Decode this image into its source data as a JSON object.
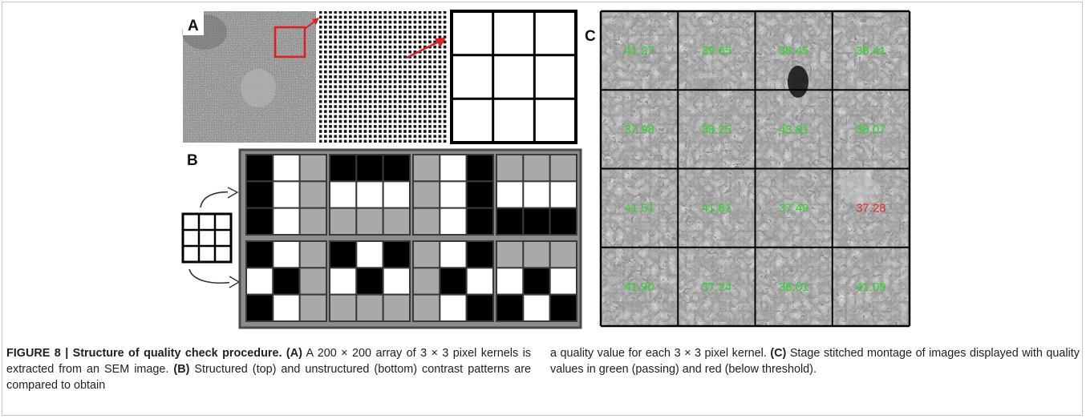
{
  "figure": {
    "panels": {
      "a": "A",
      "b": "B",
      "c": "C"
    },
    "quality_values": [
      [
        "41.27",
        "39.65",
        "38.45",
        "38.41"
      ],
      [
        "37.98",
        "38.25",
        "43.81",
        "38.07"
      ],
      [
        "41.51",
        "41.81",
        "37.49",
        "37.28"
      ],
      [
        "41.90",
        "37.24",
        "38.01",
        "41.09"
      ]
    ],
    "quality_colors": [
      [
        "#2bd62b",
        "#2bd62b",
        "#2bd62b",
        "#2bd62b"
      ],
      [
        "#2bd62b",
        "#2bd62b",
        "#2bd62b",
        "#2bd62b"
      ],
      [
        "#2bd62b",
        "#2bd62b",
        "#2bd62b",
        "#e0302a"
      ],
      [
        "#2bd62b",
        "#2bd62b",
        "#2bd62b",
        "#2bd62b"
      ]
    ],
    "kernel_patterns_structured": [
      [
        "B",
        "W",
        "G",
        "B",
        "W",
        "G",
        "B",
        "W",
        "G"
      ],
      [
        "B",
        "B",
        "B",
        "W",
        "W",
        "W",
        "G",
        "G",
        "G"
      ],
      [
        "G",
        "W",
        "B",
        "G",
        "W",
        "B",
        "G",
        "W",
        "B"
      ],
      [
        "G",
        "G",
        "G",
        "W",
        "W",
        "W",
        "B",
        "B",
        "B"
      ]
    ],
    "kernel_patterns_unstructured": [
      [
        "B",
        "W",
        "G",
        "W",
        "B",
        "G",
        "B",
        "W",
        "G"
      ],
      [
        "B",
        "W",
        "B",
        "W",
        "B",
        "W",
        "G",
        "G",
        "G"
      ],
      [
        "G",
        "W",
        "B",
        "G",
        "B",
        "W",
        "G",
        "W",
        "B"
      ],
      [
        "G",
        "G",
        "G",
        "W",
        "B",
        "W",
        "B",
        "W",
        "B"
      ]
    ]
  },
  "caption": {
    "label": "FIGURE 8 | Structure of quality check procedure.",
    "a_tag": "(A)",
    "a_text": " A 200 × 200 array of 3 × 3 pixel kernels is extracted from an SEM image. ",
    "b_tag": "(B)",
    "b_text": " Structured (top) and unstructured (bottom) contrast patterns are compared to obtain",
    "right_start": "a quality value for each 3 × 3 pixel kernel. ",
    "c_tag": "(C)",
    "c_text": " Stage stitched montage of images displayed with quality values in green (passing) and red (below threshold)."
  }
}
